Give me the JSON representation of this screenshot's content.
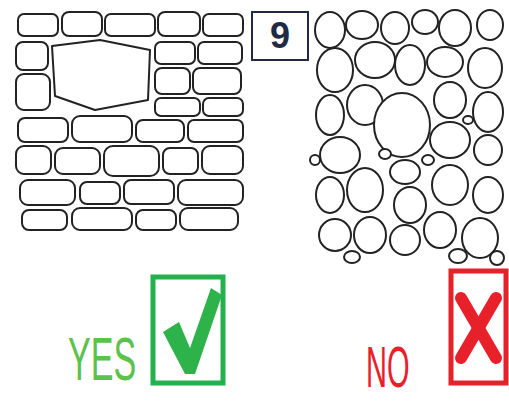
{
  "diagram": {
    "nodes": [
      {
        "text": [
          "9"
        ]
      }
    ],
    "labels": [
      "YES",
      "NO"
    ]
  }
}
